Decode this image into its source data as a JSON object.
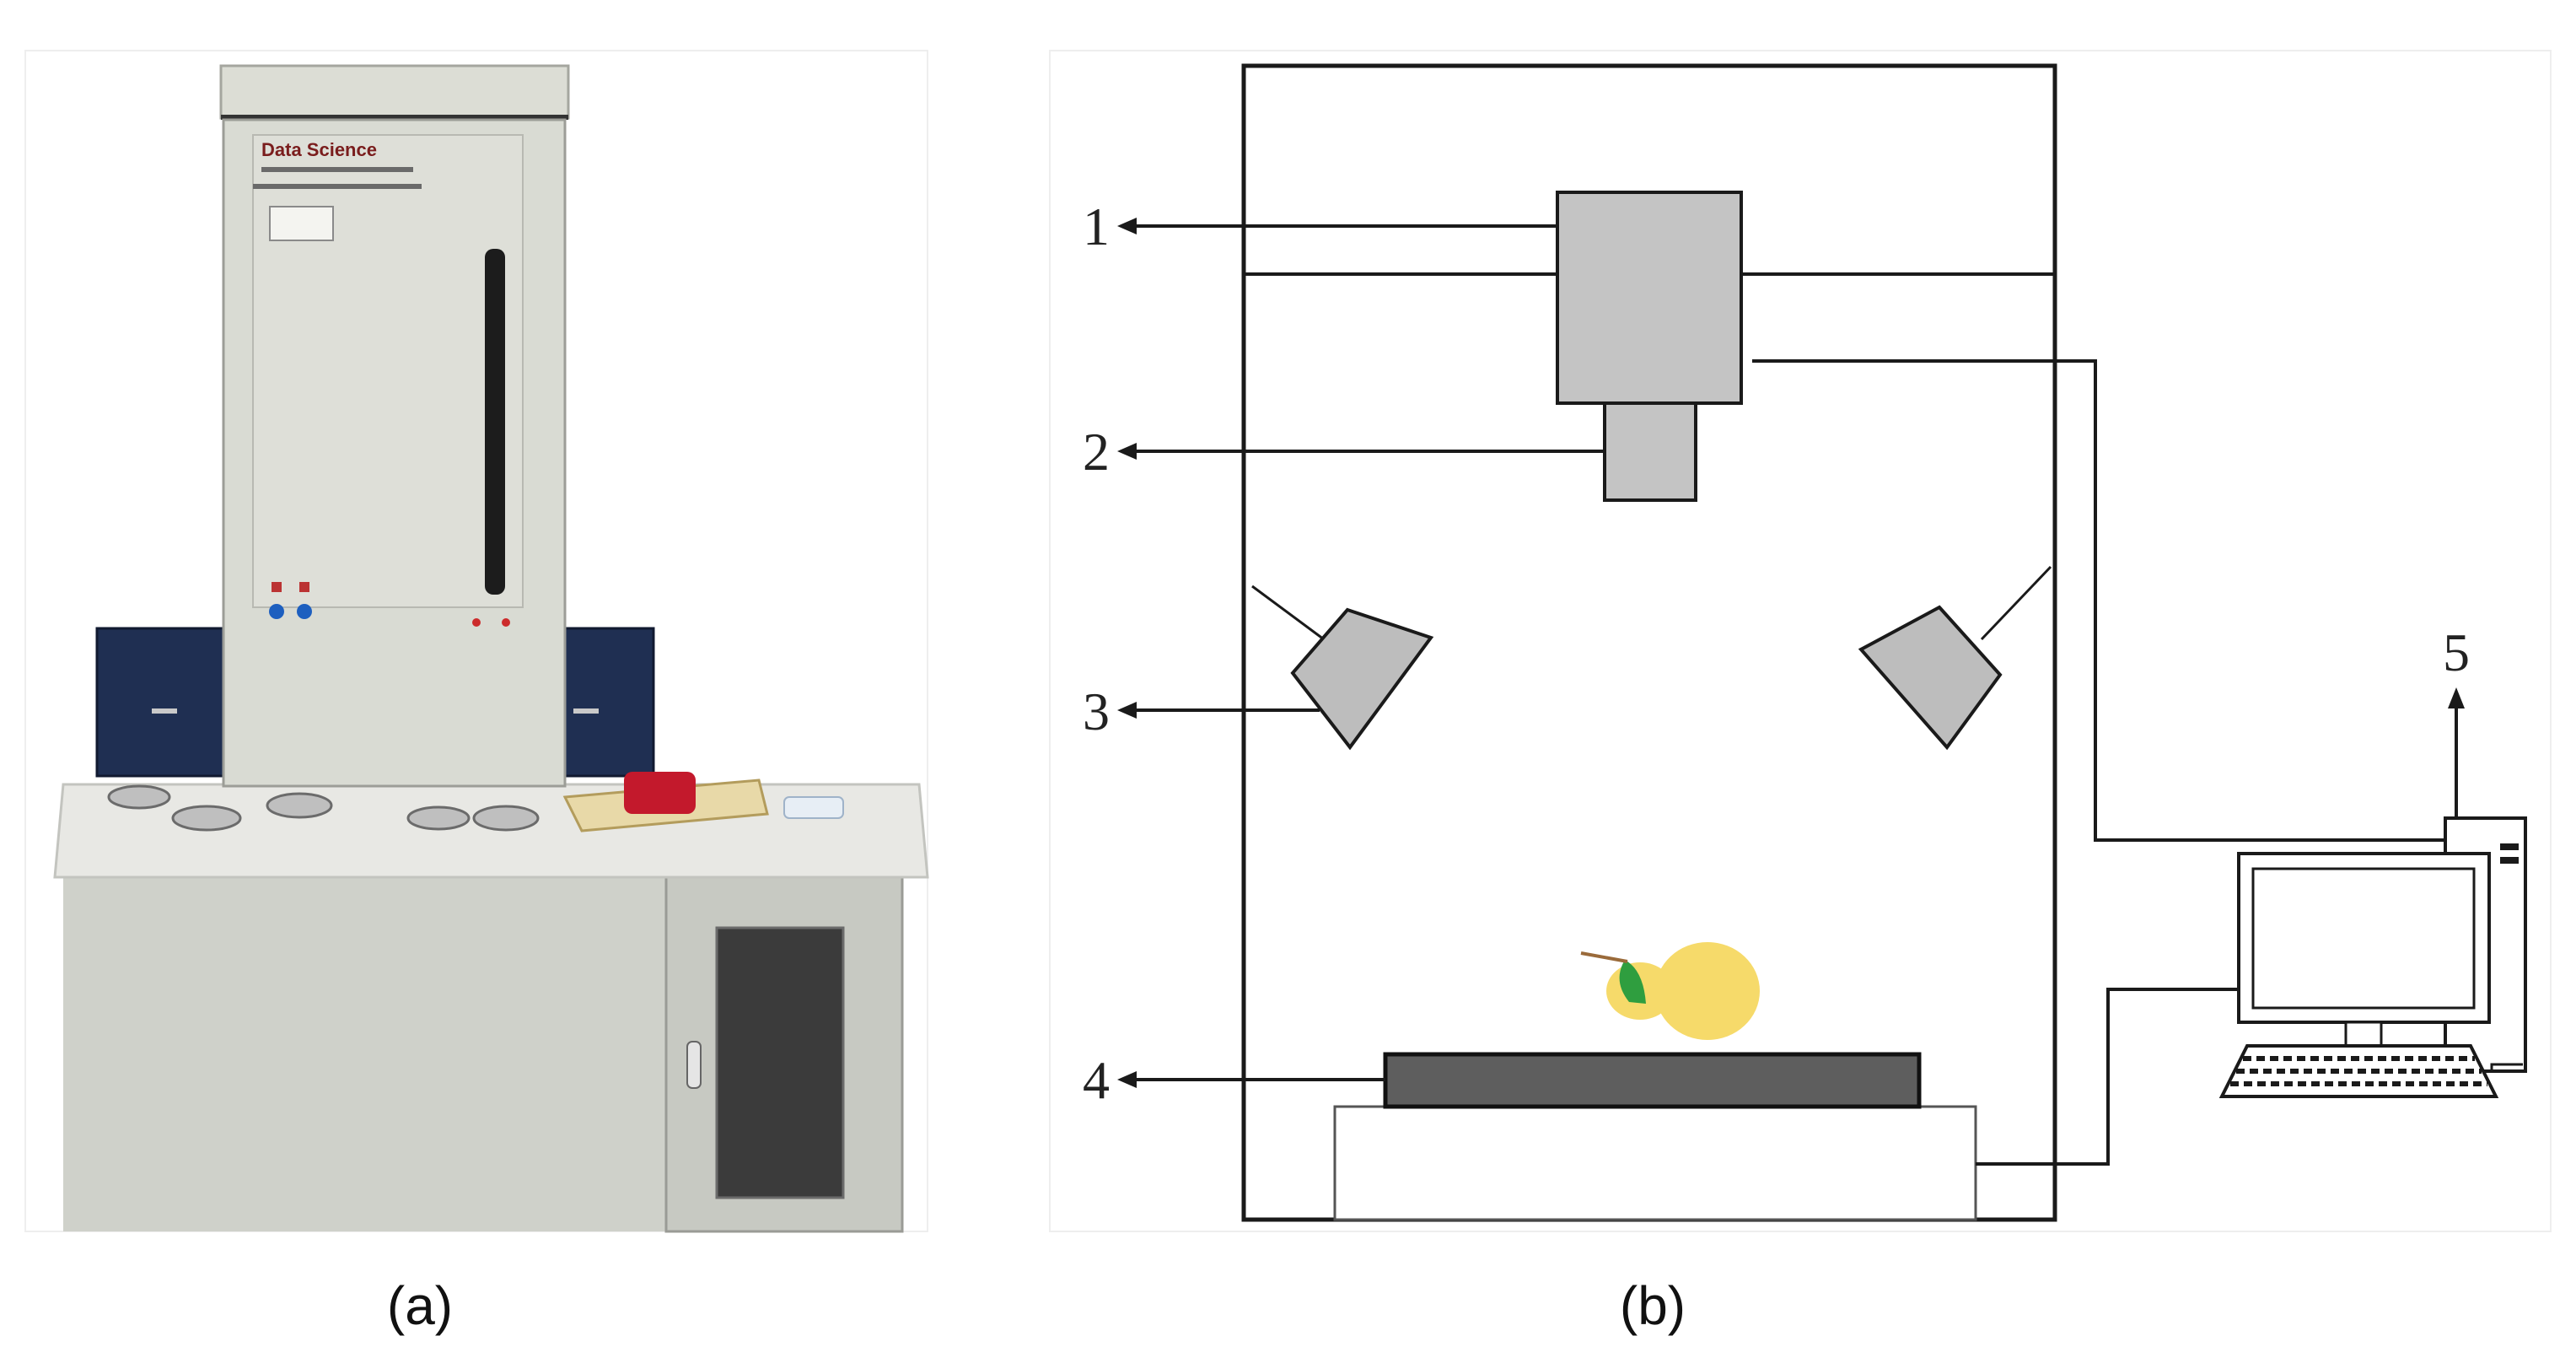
{
  "panels": {
    "a": {
      "label": "(a)",
      "brand_text": "Data Science"
    },
    "b": {
      "label": "(b)",
      "callouts": [
        {
          "id": "1",
          "label": "1"
        },
        {
          "id": "2",
          "label": "2"
        },
        {
          "id": "3",
          "label": "3"
        },
        {
          "id": "4",
          "label": "4"
        },
        {
          "id": "5",
          "label": "5"
        }
      ]
    }
  },
  "colors": {
    "chamber_stroke": "#1a1a1a",
    "camera_fill": "#c4c4c4",
    "light_fill": "#bdbdbd",
    "stage_fill": "#5e5e5e",
    "pear_fill": "#f6da6a",
    "leaf_fill": "#2f9e3f",
    "cabinet_body": "#d9dbd3",
    "drawer_blue": "#1f2f52",
    "desk_top": "#e8e8e4",
    "desk_base": "#cfd1ca"
  }
}
